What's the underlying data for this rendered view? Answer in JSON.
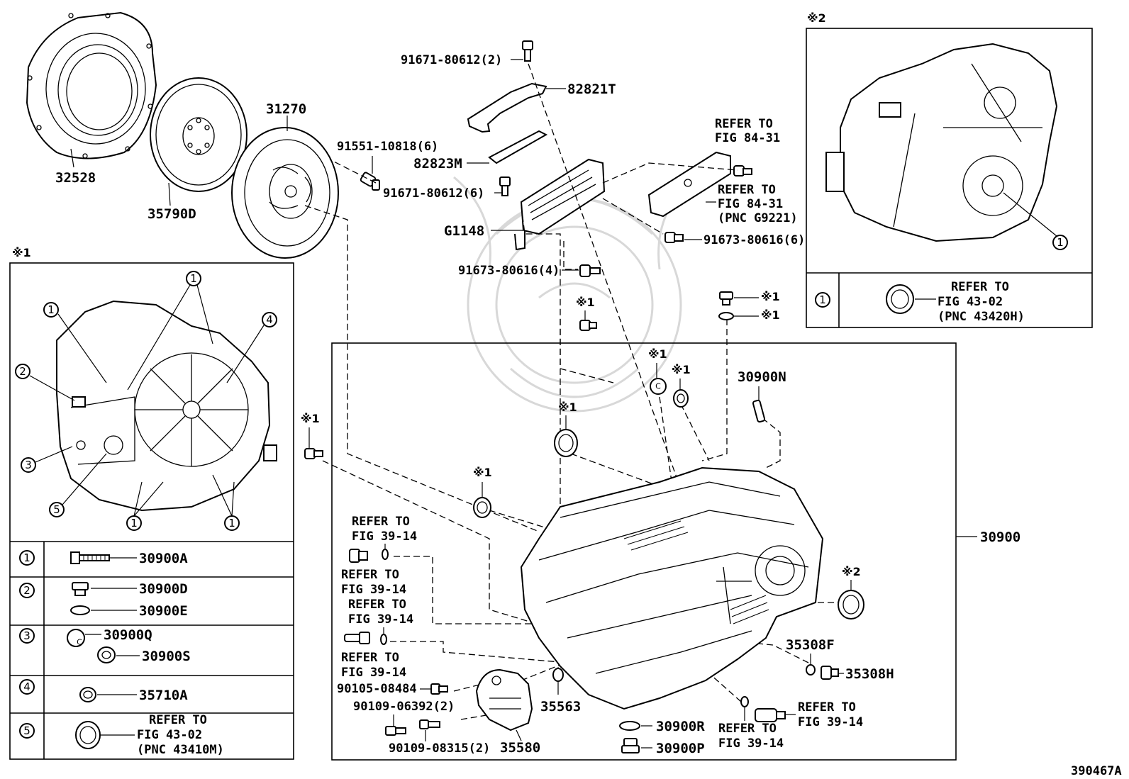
{
  "diagram_id": "390467A",
  "labels": {
    "l32528": "32528",
    "l35790D": "35790D",
    "l31270": "31270",
    "l91551": "91551-10818(6)",
    "l91671_2": "91671-80612(2)",
    "l82821T": "82821T",
    "l82823M": "82823M",
    "l91671_6": "91671-80612(6)",
    "lG1148": "G1148",
    "l91673_4": "91673-80616(4)",
    "l91673_6": "91673-80616(6)",
    "l30900": "30900",
    "l30900N": "30900N",
    "l35308F": "35308F",
    "l35308H": "35308H",
    "l35563": "35563",
    "l35580": "35580",
    "l30900R": "30900R",
    "l30900P": "30900P",
    "l90105": "90105-08484",
    "l90109_2": "90109-06392(2)",
    "l90109_8315": "90109-08315(2)"
  },
  "refer": {
    "refer_to": "REFER TO",
    "fig_84_31": "FIG 84-31",
    "pnc_g9221": "(PNC G9221)",
    "fig_39_14": "FIG 39-14",
    "fig_43_02": "FIG 43-02",
    "pnc_43420h": "(PNC 43420H)",
    "pnc_43410m": "(PNC 43410M)"
  },
  "marks": {
    "note1": "※1",
    "note2": "※2"
  },
  "circle_numbers": [
    "1",
    "2",
    "3",
    "4",
    "5"
  ],
  "legend1": {
    "r1": "30900A",
    "r2a": "30900D",
    "r2b": "30900E",
    "r3a": "30900Q",
    "r3b": "30900S",
    "r4": "35710A"
  },
  "watermark_color": "#d8d8d8"
}
